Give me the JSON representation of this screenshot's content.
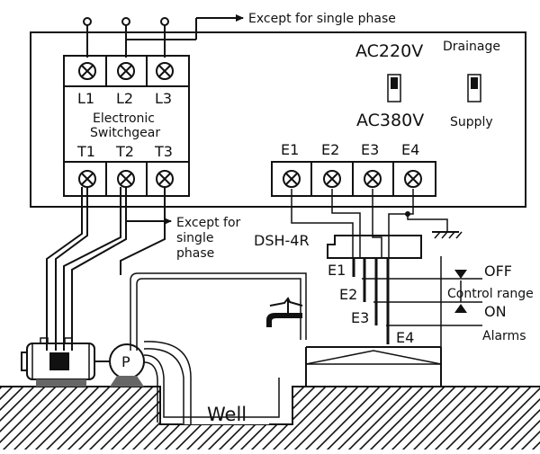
{
  "labels": {
    "except_single_phase_top": "Except for single phase",
    "except_for": "Except for",
    "single": "single",
    "phase": "phase",
    "ac220v": "AC220V",
    "ac380v": "AC380V",
    "drainage": "Drainage",
    "supply": "Supply",
    "switchgear_line1": "Electronic",
    "switchgear_line2": "Switchgear",
    "dsh": "DSH-4R",
    "off": "OFF",
    "on": "ON",
    "control_range": "Control range",
    "alarms": "Alarms",
    "well": "Well",
    "pump_symbol": "P"
  },
  "terminals_top": [
    "L1",
    "L2",
    "L3"
  ],
  "terminals_bottom": [
    "T1",
    "T2",
    "T3"
  ],
  "terminals_e": [
    "E1",
    "E2",
    "E3",
    "E4"
  ],
  "probes": [
    "E1",
    "E2",
    "E3",
    "E4"
  ],
  "icons": {
    "terminal": "screw-terminal-icon",
    "switch": "dip-switch-icon",
    "ground": "ground-icon",
    "faucet": "faucet-icon",
    "motor": "motor-icon",
    "pump": "pump-icon",
    "level_arrow": "level-arrow-icon"
  }
}
